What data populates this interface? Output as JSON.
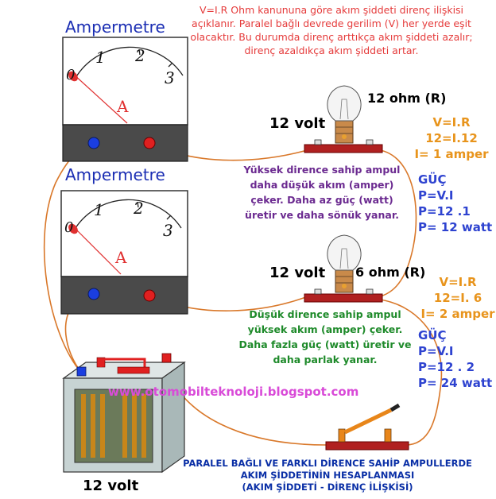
{
  "intro_text": "V=I.R Ohm kanununa göre akım şiddeti direnç ilişkisi açıklanır. Paralel bağlı devrede gerilim (V) her yerde eşit olacaktır. Bu durumda direnç arttıkça akım şiddeti azalır; direnç azaldıkça akım şiddeti artar.",
  "ammeter_top": {
    "title": "Ampermetre",
    "scale": [
      "0",
      "1",
      "2",
      "3"
    ],
    "unit": "A"
  },
  "ammeter_bottom": {
    "title": "Ampermetre",
    "scale": [
      "0",
      "1",
      "2",
      "3"
    ],
    "unit": "A"
  },
  "bulb_top": {
    "volt_label": "12 volt",
    "ohm_label": "12 ohm (R)"
  },
  "bulb_bottom": {
    "volt_label": "12 volt",
    "ohm_label": "6 ohm (R)"
  },
  "calc_top": {
    "formula": "V=I.R",
    "substitution": "12=I.12",
    "result": "I= 1 amper"
  },
  "power_top": {
    "heading": "GÜÇ",
    "formula": "P=V.I",
    "substitution": "P=12 .1",
    "result": "P= 12 watt"
  },
  "calc_bottom": {
    "formula": "V=I.R",
    "substitution": "12=I. 6",
    "result": "I= 2 amper"
  },
  "power_bottom": {
    "heading": "GÜÇ",
    "formula": "P=V.I",
    "substitution": "P=12 . 2",
    "result": "P= 24 watt"
  },
  "desc_top": "Yüksek dirence sahip ampul daha düşük akım (amper) çeker. Daha az güç (watt) üretir ve daha sönük yanar.",
  "desc_bottom": "Düşük dirence sahip ampul yüksek akım (amper) çeker. Daha fazla güç (watt) üretir ve daha parlak yanar.",
  "website": "www.otomobilteknoloji.blogspot.com",
  "battery_label": "12 volt",
  "footer": {
    "line1": "PARALEL BAĞLI VE FARKLI DİRENCE SAHİP AMPULLERDE",
    "line2": "AKIM ŞİDDETİNİN HESAPLANMASI",
    "line3": "(AKIM ŞİDDETİ - DİRENÇ İLİŞKİSİ)"
  },
  "colors": {
    "wire": "#d9782a",
    "meter_base": "#4a4a4a",
    "needle": "#e03030",
    "terminal_red": "#e02020",
    "terminal_blue": "#1a3ee0",
    "bulb_base": "#b02020"
  }
}
